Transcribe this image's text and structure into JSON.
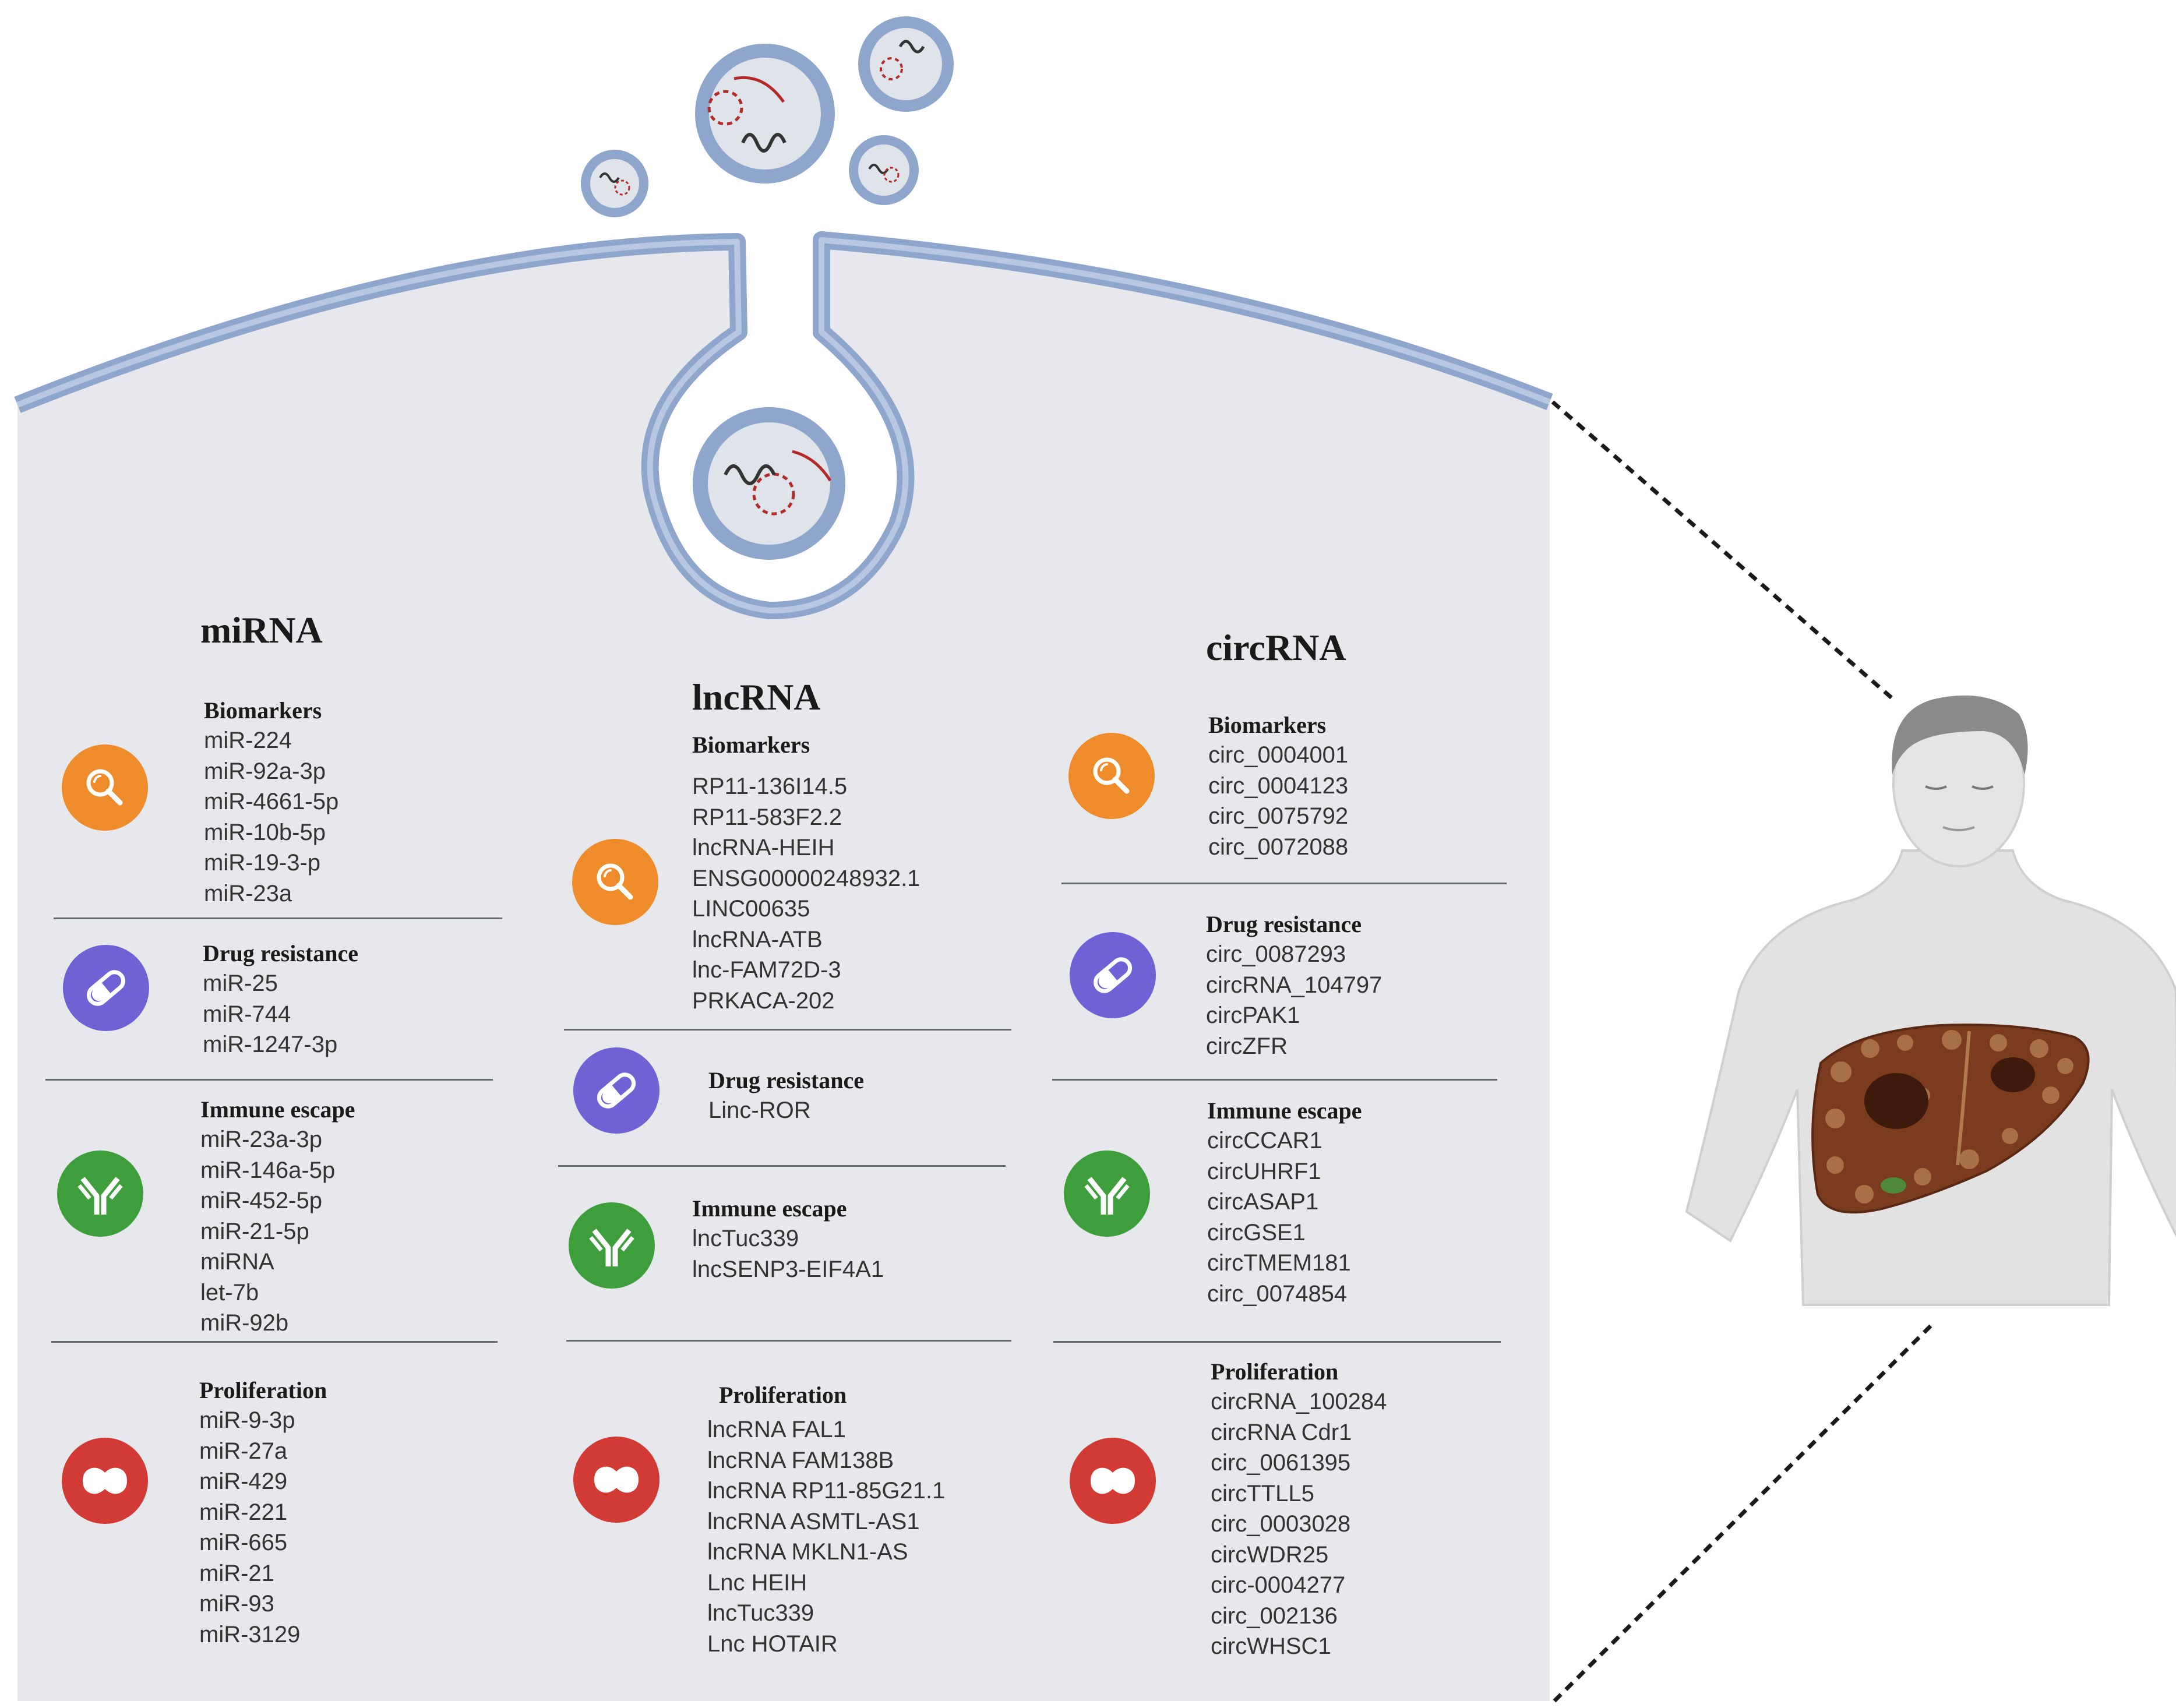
{
  "colors": {
    "cell_fill": "#e7e8ec",
    "membrane": "#8fa6cc",
    "vesicle_core": "#dfe3ea",
    "biomarkers": "#ee8b2a",
    "drug_resistance": "#6e62d5",
    "immune_escape": "#3e9e3c",
    "proliferation": "#d23a35",
    "liver": "#7a3b1e",
    "skin": "#e2e2e2"
  },
  "columns": [
    {
      "title": "miRNA",
      "sections": [
        {
          "heading": "Biomarkers",
          "icon": "magnifier-icon",
          "items": [
            "miR-224",
            "miR-92a-3p",
            "miR-4661-5p",
            "miR-10b-5p",
            "miR-19-3-p",
            "miR-23a"
          ]
        },
        {
          "heading": "Drug resistance",
          "icon": "pill-icon",
          "items": [
            "miR-25",
            "miR-744",
            "miR-1247-3p"
          ]
        },
        {
          "heading": "Immune escape",
          "icon": "antibody-icon",
          "items": [
            "miR-23a-3p",
            "miR-146a-5p",
            "miR-452-5p",
            "miR-21-5p",
            "miRNA",
            "let-7b",
            "miR-92b"
          ]
        },
        {
          "heading": "Proliferation",
          "icon": "dividing-cell-icon",
          "items": [
            "miR-9-3p",
            "miR-27a",
            "miR-429",
            "miR-221",
            "miR-665",
            "miR-21",
            "miR-93",
            "miR-3129"
          ]
        }
      ]
    },
    {
      "title": "lncRNA",
      "sections": [
        {
          "heading": "Biomarkers",
          "icon": "magnifier-icon",
          "items": [
            "RP11-136I14.5",
            "RP11-583F2.2",
            "lncRNA-HEIH",
            "ENSG00000248932.1",
            "LINC00635",
            "lncRNA-ATB",
            "lnc-FAM72D-3",
            "PRKACA-202"
          ]
        },
        {
          "heading": "Drug resistance",
          "icon": "pill-icon",
          "items": [
            "Linc-ROR"
          ]
        },
        {
          "heading": "Immune escape",
          "icon": "antibody-icon",
          "items": [
            "lncTuc339",
            "lncSENP3-EIF4A1"
          ]
        },
        {
          "heading": "Proliferation",
          "icon": "dividing-cell-icon",
          "items": [
            "lncRNA FAL1",
            "lncRNA FAM138B",
            "lncRNA RP11-85G21.1",
            "lncRNA ASMTL-AS1",
            "lncRNA MKLN1-AS",
            "Lnc HEIH",
            "lncTuc339",
            "Lnc HOTAIR"
          ]
        }
      ]
    },
    {
      "title": "circRNA",
      "sections": [
        {
          "heading": "Biomarkers",
          "icon": "magnifier-icon",
          "items": [
            "circ_0004001",
            "circ_0004123",
            "circ_0075792",
            "circ_0072088"
          ]
        },
        {
          "heading": "Drug resistance",
          "icon": "pill-icon",
          "items": [
            "circ_0087293",
            "circRNA_104797",
            "circPAK1",
            "circZFR"
          ]
        },
        {
          "heading": "Immune escape",
          "icon": "antibody-icon",
          "items": [
            "circCCAR1",
            "circUHRF1",
            "circASAP1",
            "circGSE1",
            "circTMEM181",
            "circ_0074854"
          ]
        },
        {
          "heading": "Proliferation",
          "icon": "dividing-cell-icon",
          "items": [
            "circRNA_100284",
            "circRNA Cdr1",
            "circ_0061395",
            "circTTLL5",
            "circ_0003028",
            "circWDR25",
            "circ-0004277",
            "circ_002136",
            "circWHSC1"
          ]
        }
      ]
    }
  ]
}
